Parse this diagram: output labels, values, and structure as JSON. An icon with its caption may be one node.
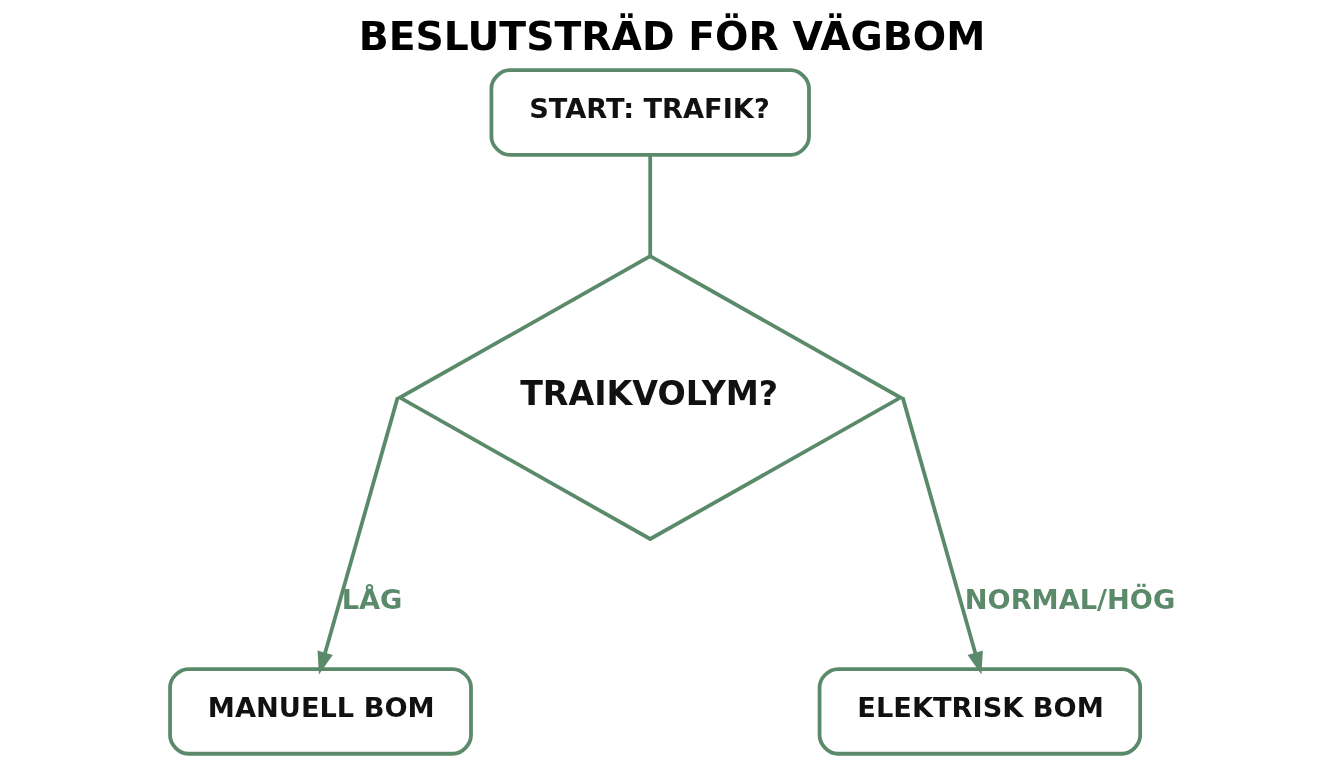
{
  "diagram": {
    "title": "BESLUTSTRÄD FÖR VÄGBOM",
    "nodes": [
      {
        "text": [
          "START: TRAFIK?"
        ]
      },
      {
        "text": [
          "TRAIKVOLYM?"
        ]
      },
      {
        "text": [
          "MANUELL BOM"
        ]
      },
      {
        "text": [
          "ELEKTRISK BOM"
        ]
      }
    ],
    "edges": [
      {
        "from": 0,
        "to": 1,
        "arrow": "none"
      },
      {
        "from": 1,
        "to": 2,
        "arrow": "to",
        "label": "LÅG"
      },
      {
        "from": 1,
        "to": 3,
        "arrow": "to",
        "label": "NORMAL/HÖG"
      }
    ]
  }
}
